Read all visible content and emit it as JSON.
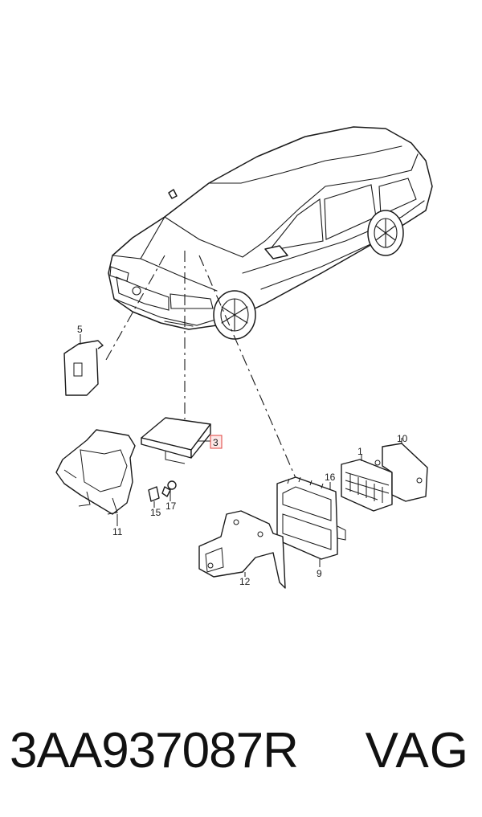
{
  "callouts": {
    "c1": "1",
    "c3": "3",
    "c5": "5",
    "c9": "9",
    "c10": "10",
    "c11": "11",
    "c12": "12",
    "c15": "15",
    "c16": "16",
    "c17": "17"
  },
  "highlight_color": "#e0413c",
  "footer": {
    "part_number": "3AA937087R",
    "brand": "VAG"
  }
}
